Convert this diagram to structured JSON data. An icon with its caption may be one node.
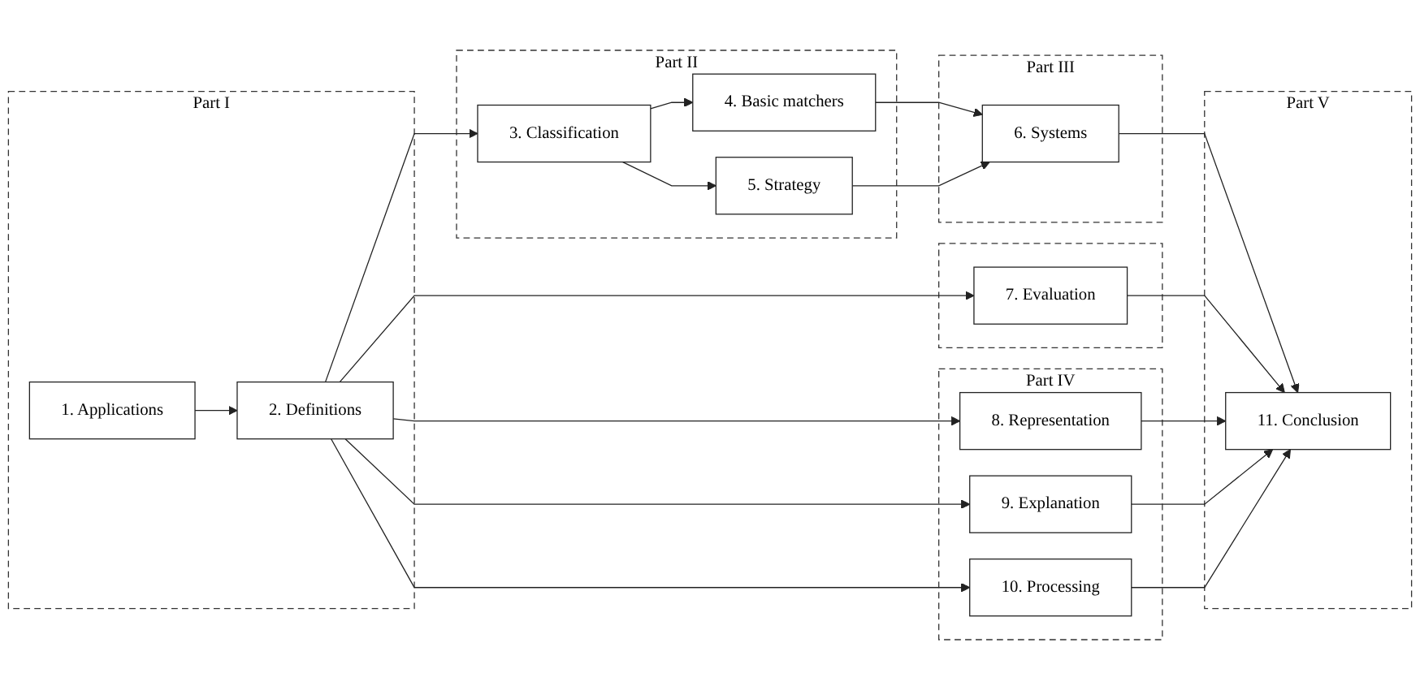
{
  "diagram": {
    "nodes": [
      {
        "text": [
          "Part I"
        ]
      },
      {
        "text": [
          "1. Applications"
        ],
        "in": 0
      },
      {
        "text": [
          "2. Definitions"
        ],
        "in": 0
      },
      {
        "text": [
          "Part II"
        ]
      },
      {
        "text": [
          "3. Classification"
        ],
        "in": 3
      },
      {
        "text": [
          "4. Basic matchers"
        ],
        "in": 3
      },
      {
        "text": [
          "5. Strategy"
        ],
        "in": 3
      },
      {
        "text": [
          "Part III"
        ]
      },
      {
        "text": [
          "6. Systems"
        ],
        "in": 7
      },
      {
        "text": [],
        "shape": "box"
      },
      {
        "text": [
          "7. Evaluation"
        ],
        "in": 9
      },
      {
        "text": [
          "Part IV"
        ]
      },
      {
        "text": [
          "8. Representation"
        ],
        "in": 11
      },
      {
        "text": [
          "9. Explanation"
        ],
        "in": 11
      },
      {
        "text": [
          "10. Processing"
        ],
        "in": 11
      },
      {
        "text": [
          "Part V"
        ]
      },
      {
        "text": [
          "11. Conclusion"
        ],
        "in": 15
      }
    ],
    "edges": [
      {
        "from": 1,
        "to": 2,
        "arrow": "to"
      },
      {
        "from": 2,
        "to": 4,
        "arrow": "to"
      },
      {
        "from": 2,
        "to": 10,
        "arrow": "to"
      },
      {
        "from": 2,
        "to": 12,
        "arrow": "to"
      },
      {
        "from": 2,
        "to": 13,
        "arrow": "to"
      },
      {
        "from": 2,
        "to": 14,
        "arrow": "to"
      },
      {
        "from": 4,
        "to": 5,
        "arrow": "to"
      },
      {
        "from": 4,
        "to": 6,
        "arrow": "to"
      },
      {
        "from": 5,
        "to": 8,
        "arrow": "to"
      },
      {
        "from": 6,
        "to": 8,
        "arrow": "to"
      },
      {
        "from": 8,
        "to": 16,
        "arrow": "to"
      },
      {
        "from": 10,
        "to": 16,
        "arrow": "to"
      },
      {
        "from": 12,
        "to": 16,
        "arrow": "to"
      },
      {
        "from": 13,
        "to": 16,
        "arrow": "to"
      },
      {
        "from": 14,
        "to": 16,
        "arrow": "to"
      }
    ]
  }
}
